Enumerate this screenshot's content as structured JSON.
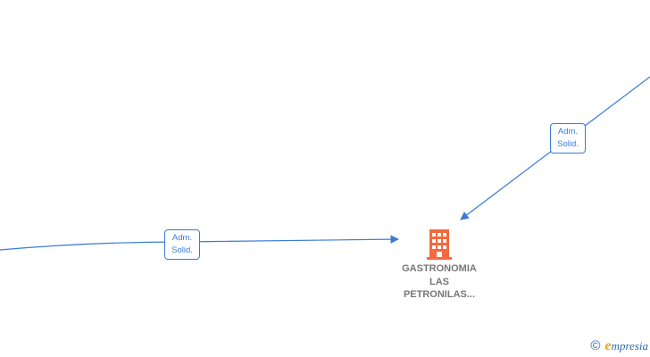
{
  "edges": [
    {
      "relation_lines": [
        "Adm.",
        "Solid."
      ]
    },
    {
      "relation_lines": [
        "Adm.",
        "Solid."
      ]
    }
  ],
  "company": {
    "name_lines": [
      "GASTRONOMIA",
      "LAS",
      "PETRONILAS..."
    ],
    "icon": "building-icon"
  },
  "brand": {
    "copyright": "©",
    "logo_initial": "e",
    "logo_rest": "mpresia"
  },
  "colors": {
    "edge": "#3a7bd5",
    "company_icon": "#f26a3d",
    "company_text": "#777777",
    "brand_blue": "#2d6aa8",
    "brand_orange": "#e8a21a"
  }
}
